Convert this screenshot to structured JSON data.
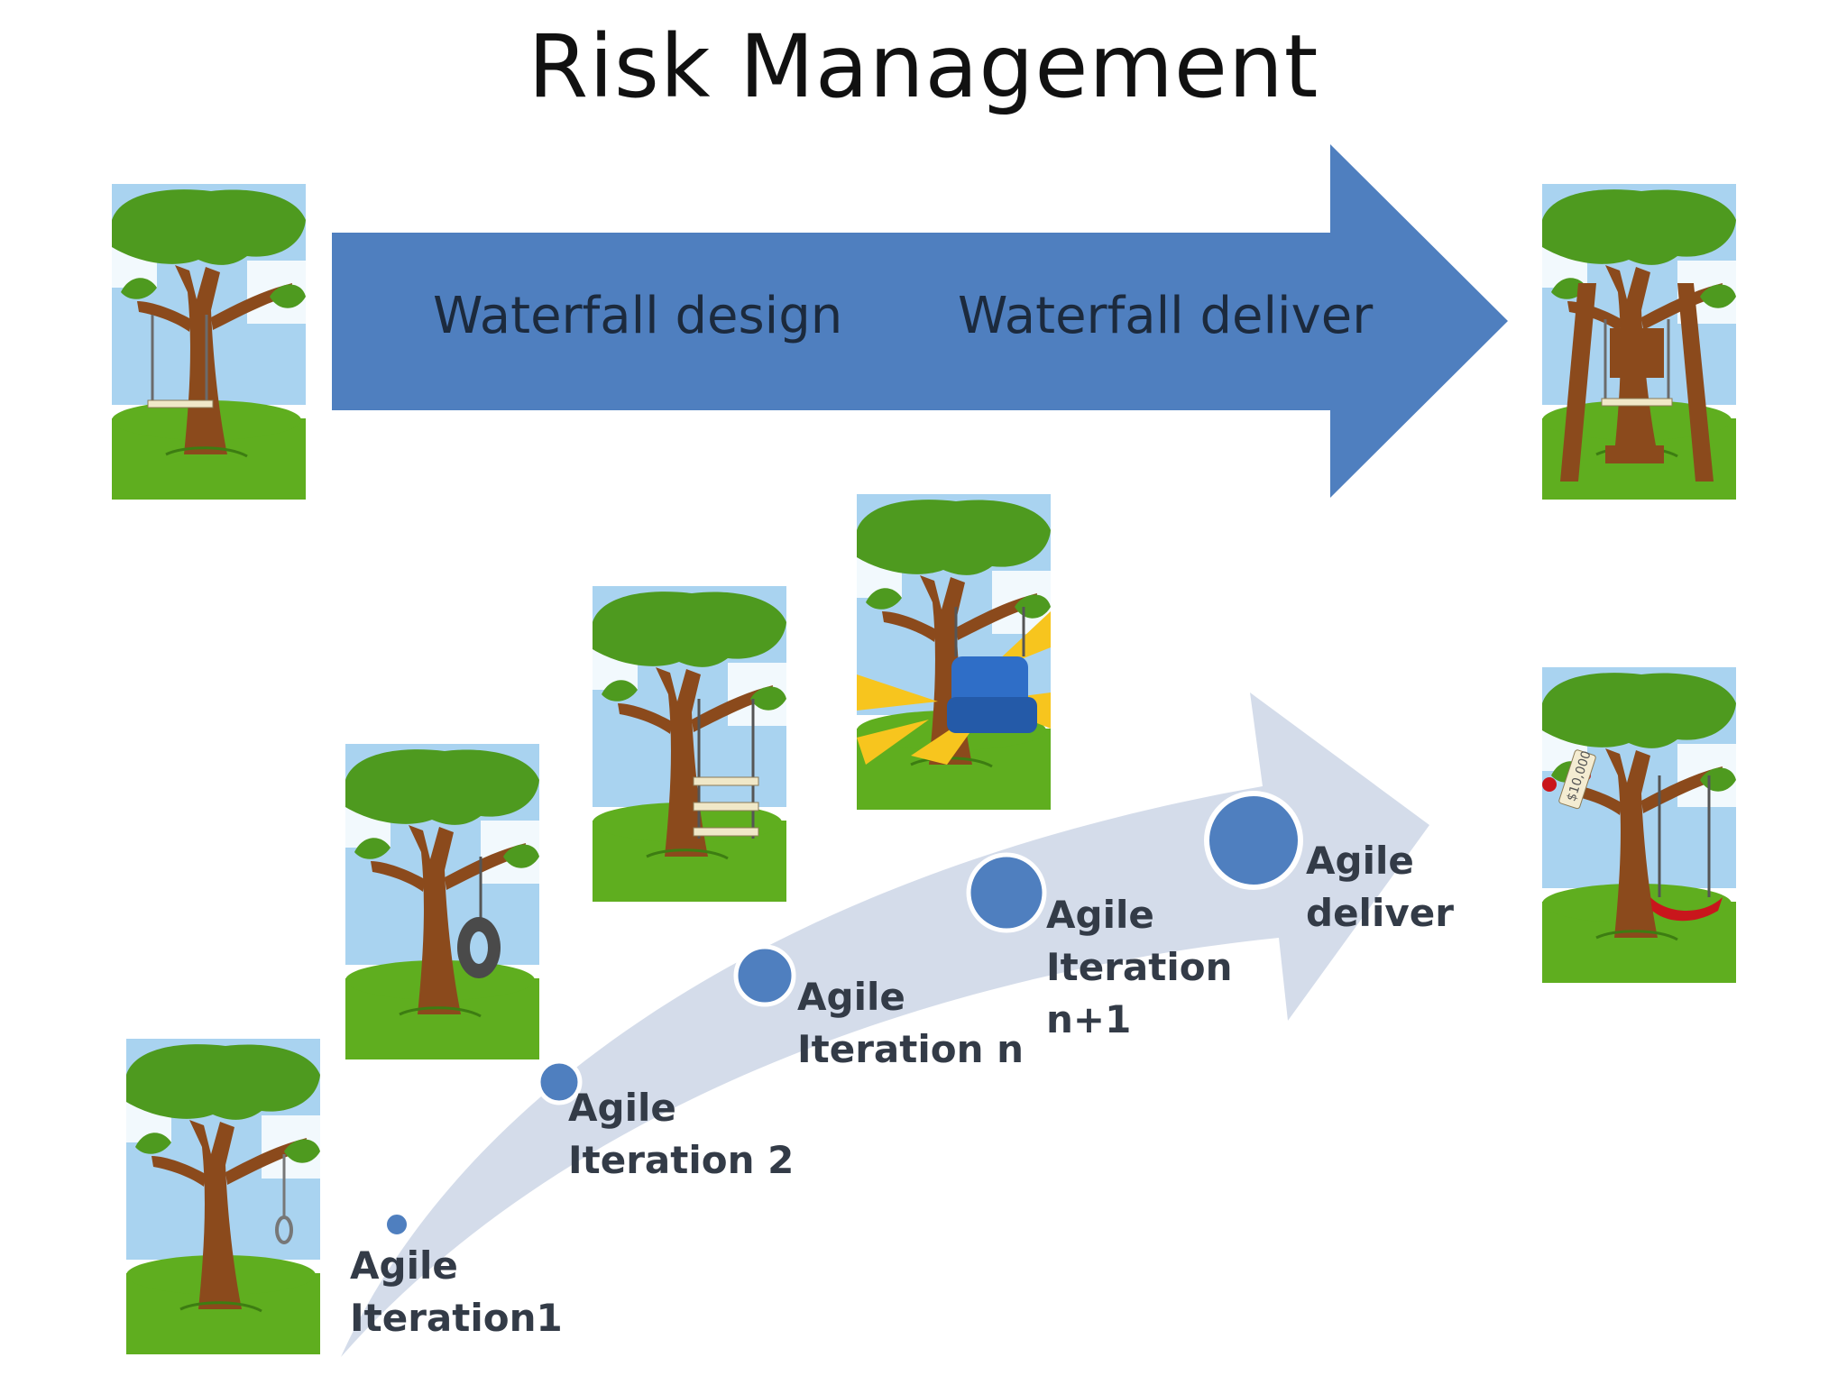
{
  "title": "Risk Management",
  "waterfall": {
    "design_label": "Waterfall design",
    "deliver_label": "Waterfall deliver"
  },
  "agile": {
    "iteration1": {
      "line1": "Agile",
      "line2": "Iteration1"
    },
    "iteration2": {
      "line1": "Agile",
      "line2": "Iteration 2"
    },
    "iteration_n": {
      "line1": "Agile",
      "line2": "Iteration n"
    },
    "iteration_n1": {
      "line1": "Agile",
      "line2": "Iteration",
      "line3": "n+1"
    },
    "deliver": {
      "line1": "Agile",
      "line2": "deliver"
    }
  },
  "price_tag": "$10,000",
  "colors": {
    "waterfall_arrow": "#4f7fbf",
    "agile_arrow": "#d4dcea",
    "agile_dot": "#4f7fbf",
    "sky": "#a9d3f0",
    "grass": "#5fae1f",
    "trunk": "#8b4a1c",
    "leaves": "#4e9a1f"
  }
}
